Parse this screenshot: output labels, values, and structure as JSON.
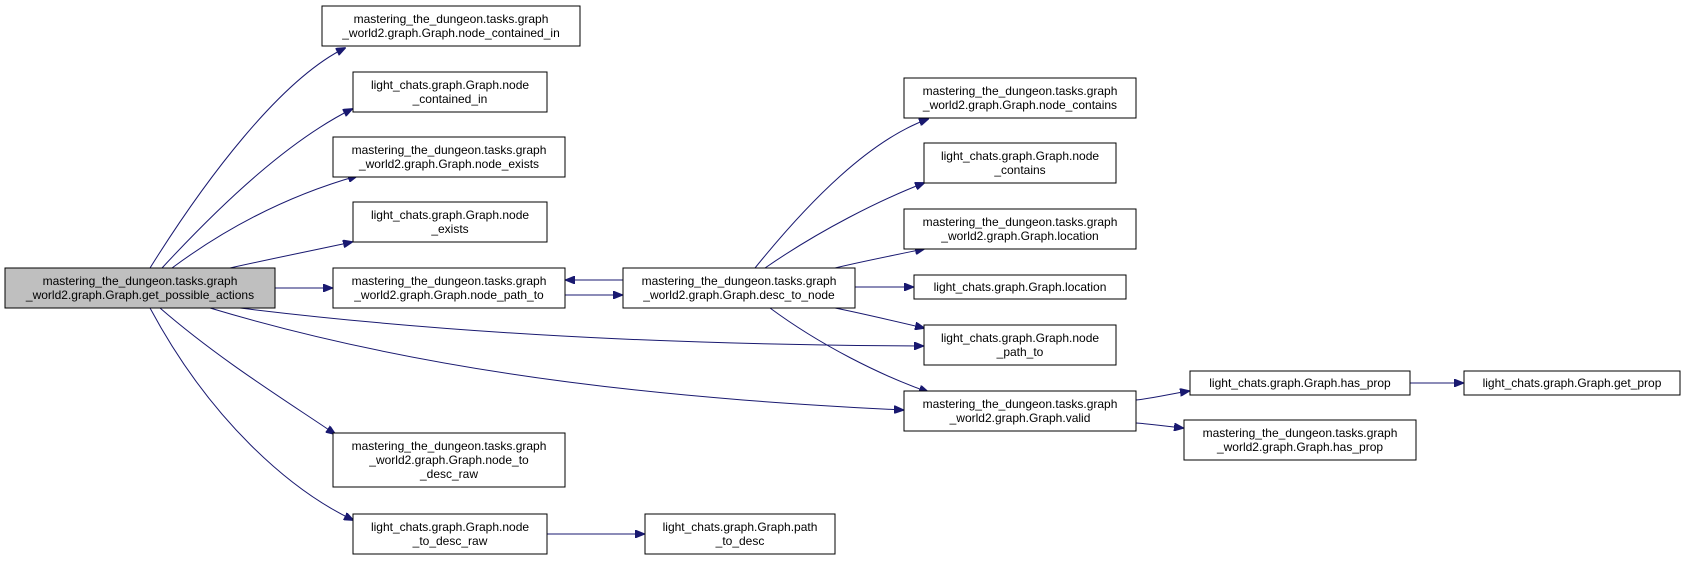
{
  "nodes": [
    {
      "id": "root",
      "lines": [
        "mastering_the_dungeon.tasks.graph",
        "_world2.graph.Graph.get_possible_actions"
      ]
    },
    {
      "id": "mtd_node_contained_in",
      "lines": [
        "mastering_the_dungeon.tasks.graph",
        "_world2.graph.Graph.node_contained_in"
      ]
    },
    {
      "id": "lc_node_contained_in",
      "lines": [
        "light_chats.graph.Graph.node",
        "_contained_in"
      ]
    },
    {
      "id": "mtd_node_exists",
      "lines": [
        "mastering_the_dungeon.tasks.graph",
        "_world2.graph.Graph.node_exists"
      ]
    },
    {
      "id": "lc_node_exists",
      "lines": [
        "light_chats.graph.Graph.node",
        "_exists"
      ]
    },
    {
      "id": "mtd_node_path_to",
      "lines": [
        "mastering_the_dungeon.tasks.graph",
        "_world2.graph.Graph.node_path_to"
      ]
    },
    {
      "id": "mtd_node_to_desc_raw",
      "lines": [
        "mastering_the_dungeon.tasks.graph",
        "_world2.graph.Graph.node_to",
        "_desc_raw"
      ]
    },
    {
      "id": "lc_node_to_desc_raw",
      "lines": [
        "light_chats.graph.Graph.node",
        "_to_desc_raw"
      ]
    },
    {
      "id": "mtd_desc_to_node",
      "lines": [
        "mastering_the_dungeon.tasks.graph",
        "_world2.graph.Graph.desc_to_node"
      ]
    },
    {
      "id": "lc_path_to_desc",
      "lines": [
        "light_chats.graph.Graph.path",
        "_to_desc"
      ]
    },
    {
      "id": "mtd_node_contains",
      "lines": [
        "mastering_the_dungeon.tasks.graph",
        "_world2.graph.Graph.node_contains"
      ]
    },
    {
      "id": "lc_node_contains",
      "lines": [
        "light_chats.graph.Graph.node",
        "_contains"
      ]
    },
    {
      "id": "mtd_location",
      "lines": [
        "mastering_the_dungeon.tasks.graph",
        "_world2.graph.Graph.location"
      ]
    },
    {
      "id": "lc_location",
      "lines": [
        "light_chats.graph.Graph.location"
      ]
    },
    {
      "id": "lc_node_path_to",
      "lines": [
        "light_chats.graph.Graph.node",
        "_path_to"
      ]
    },
    {
      "id": "mtd_valid",
      "lines": [
        "mastering_the_dungeon.tasks.graph",
        "_world2.graph.Graph.valid"
      ]
    },
    {
      "id": "lc_has_prop",
      "lines": [
        "light_chats.graph.Graph.has_prop"
      ]
    },
    {
      "id": "mtd_has_prop",
      "lines": [
        "mastering_the_dungeon.tasks.graph",
        "_world2.graph.Graph.has_prop"
      ]
    },
    {
      "id": "lc_get_prop",
      "lines": [
        "light_chats.graph.Graph.get_prop"
      ]
    }
  ],
  "edges": [
    {
      "from": "root",
      "to": "mtd_node_contained_in"
    },
    {
      "from": "root",
      "to": "lc_node_contained_in"
    },
    {
      "from": "root",
      "to": "mtd_node_exists"
    },
    {
      "from": "root",
      "to": "lc_node_exists"
    },
    {
      "from": "root",
      "to": "mtd_node_path_to"
    },
    {
      "from": "root",
      "to": "lc_node_path_to"
    },
    {
      "from": "root",
      "to": "mtd_valid"
    },
    {
      "from": "root",
      "to": "mtd_node_to_desc_raw"
    },
    {
      "from": "root",
      "to": "lc_node_to_desc_raw"
    },
    {
      "from": "mtd_node_path_to",
      "to": "mtd_desc_to_node"
    },
    {
      "from": "mtd_desc_to_node",
      "to": "mtd_node_path_to"
    },
    {
      "from": "mtd_desc_to_node",
      "to": "mtd_node_contains"
    },
    {
      "from": "mtd_desc_to_node",
      "to": "lc_node_contains"
    },
    {
      "from": "mtd_desc_to_node",
      "to": "mtd_location"
    },
    {
      "from": "mtd_desc_to_node",
      "to": "lc_location"
    },
    {
      "from": "mtd_desc_to_node",
      "to": "lc_node_path_to"
    },
    {
      "from": "mtd_desc_to_node",
      "to": "mtd_valid"
    },
    {
      "from": "lc_node_to_desc_raw",
      "to": "lc_path_to_desc"
    },
    {
      "from": "mtd_valid",
      "to": "lc_has_prop"
    },
    {
      "from": "mtd_valid",
      "to": "mtd_has_prop"
    },
    {
      "from": "lc_has_prop",
      "to": "lc_get_prop"
    }
  ]
}
